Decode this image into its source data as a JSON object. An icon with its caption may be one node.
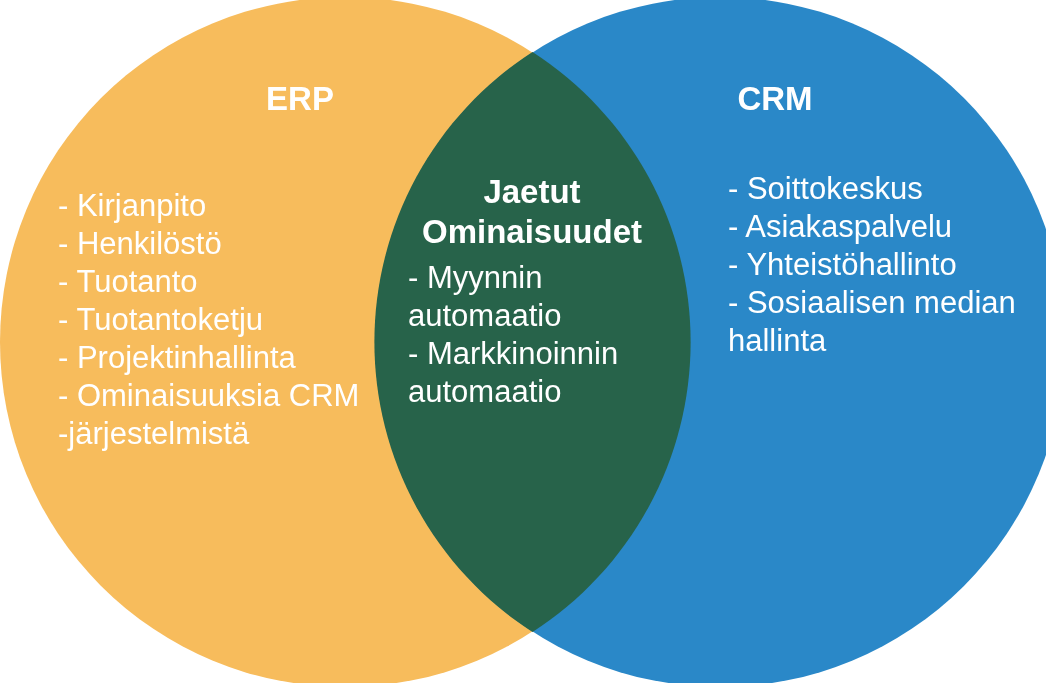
{
  "diagram": {
    "nodes": [
      {
        "text": [
          "ERP",
          "- Kirjanpito",
          "- Henkilöstö",
          "- Tuotanto",
          "- Tuotantoketju",
          "- Projektinhallinta",
          "- Ominaisuuksia CRM -järjestelmistä"
        ]
      },
      {
        "text": [
          "CRM",
          "- Soittokeskus",
          "- Asiakaspalvelu",
          "- Yhteistöhallinto",
          "- Sosiaalisen median hallinta"
        ]
      },
      {
        "text": [
          "Jaetut Ominaisuudet",
          "- Myynnin automaatio",
          "- Markkinoinnin automaatio"
        ]
      }
    ]
  }
}
